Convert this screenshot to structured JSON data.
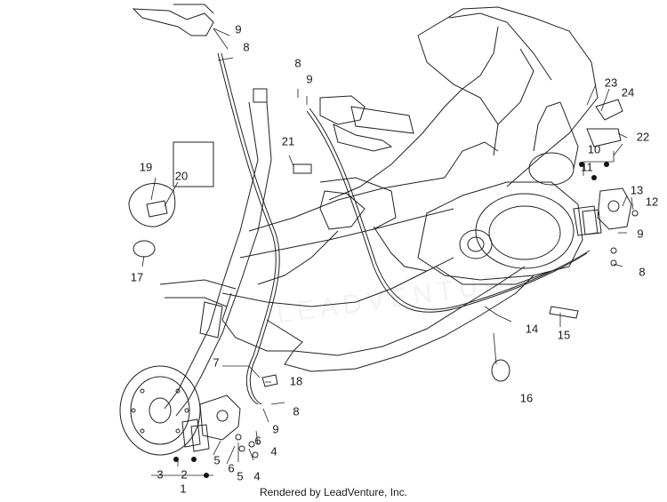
{
  "diagram": {
    "callouts": {
      "c1": "1",
      "c2": "2",
      "c3": "3",
      "c4a": "4",
      "c4b": "4",
      "c5a": "5",
      "c5b": "5",
      "c6a": "6",
      "c6b": "6",
      "c7": "7",
      "c8a": "8",
      "c8b": "8",
      "c8c": "8",
      "c8d": "8",
      "c9a": "9",
      "c9b": "9",
      "c9c": "9",
      "c9d": "9",
      "c10": "10",
      "c11": "11",
      "c12": "12",
      "c13": "13",
      "c14": "14",
      "c15": "15",
      "c16": "16",
      "c17": "17",
      "c18": "18",
      "c19": "19",
      "c20": "20",
      "c21": "21",
      "c22": "22",
      "c23": "23",
      "c24": "24"
    },
    "footer": "Rendered by LeadVenture, Inc.",
    "watermark": "LEADVENTURE"
  }
}
